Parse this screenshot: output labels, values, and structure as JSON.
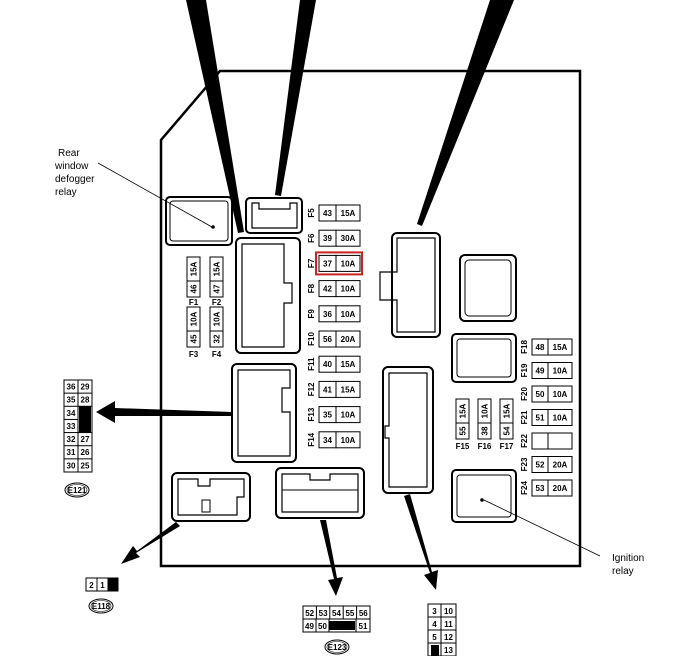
{
  "labels": {
    "rear_relay": [
      "Rear",
      "window",
      "defogger",
      "relay"
    ],
    "ignition_relay": [
      "Ignition",
      "relay"
    ]
  },
  "right_fuses": [
    {
      "name": "F5",
      "slot": "43",
      "amp": "15A"
    },
    {
      "name": "F6",
      "slot": "39",
      "amp": "30A"
    },
    {
      "name": "F7",
      "slot": "37",
      "amp": "10A",
      "highlight": true
    },
    {
      "name": "F8",
      "slot": "42",
      "amp": "10A"
    },
    {
      "name": "F9",
      "slot": "36",
      "amp": "10A"
    },
    {
      "name": "F10",
      "slot": "56",
      "amp": "20A"
    },
    {
      "name": "F11",
      "slot": "40",
      "amp": "15A"
    },
    {
      "name": "F12",
      "slot": "41",
      "amp": "15A"
    },
    {
      "name": "F13",
      "slot": "35",
      "amp": "10A"
    },
    {
      "name": "F14",
      "slot": "34",
      "amp": "10A"
    }
  ],
  "left_fuses": [
    {
      "name": "F1",
      "slot": "46",
      "amp": "15A"
    },
    {
      "name": "F2",
      "slot": "47",
      "amp": "15A"
    },
    {
      "name": "F3",
      "slot": "45",
      "amp": "10A"
    },
    {
      "name": "F4",
      "slot": "32",
      "amp": "10A"
    }
  ],
  "mid_fuses": [
    {
      "name": "F15",
      "slot": "55",
      "amp": "15A"
    },
    {
      "name": "F16",
      "slot": "38",
      "amp": "10A"
    },
    {
      "name": "F17",
      "slot": "54",
      "amp": "15A"
    }
  ],
  "far_fuses": [
    {
      "name": "F18",
      "slot": "48",
      "amp": "15A"
    },
    {
      "name": "F19",
      "slot": "49",
      "amp": "10A"
    },
    {
      "name": "F20",
      "slot": "50",
      "amp": "10A"
    },
    {
      "name": "F21",
      "slot": "51",
      "amp": "10A"
    },
    {
      "name": "F22",
      "slot": "",
      "amp": ""
    },
    {
      "name": "F23",
      "slot": "52",
      "amp": "20A"
    },
    {
      "name": "F24",
      "slot": "53",
      "amp": "20A"
    }
  ],
  "connectors": {
    "e121": {
      "id": "E121",
      "left": [
        "36",
        "35",
        "34",
        "33",
        "32",
        "31",
        "30"
      ],
      "right": [
        "29",
        "28",
        "",
        "",
        "27",
        "26",
        "25"
      ]
    },
    "e118": {
      "id": "E118",
      "pins": [
        "2",
        "1"
      ]
    },
    "e123": {
      "id": "E123",
      "top": [
        "52",
        "53",
        "54",
        "55",
        "56"
      ],
      "bottom": [
        "49",
        "50",
        "51"
      ]
    },
    "e_bottom": {
      "left": [
        "3",
        "4",
        "5",
        ""
      ],
      "right": [
        "10",
        "11",
        "12",
        "13"
      ]
    }
  },
  "colors": {
    "highlight": "#cc2222",
    "line": "#000000"
  }
}
